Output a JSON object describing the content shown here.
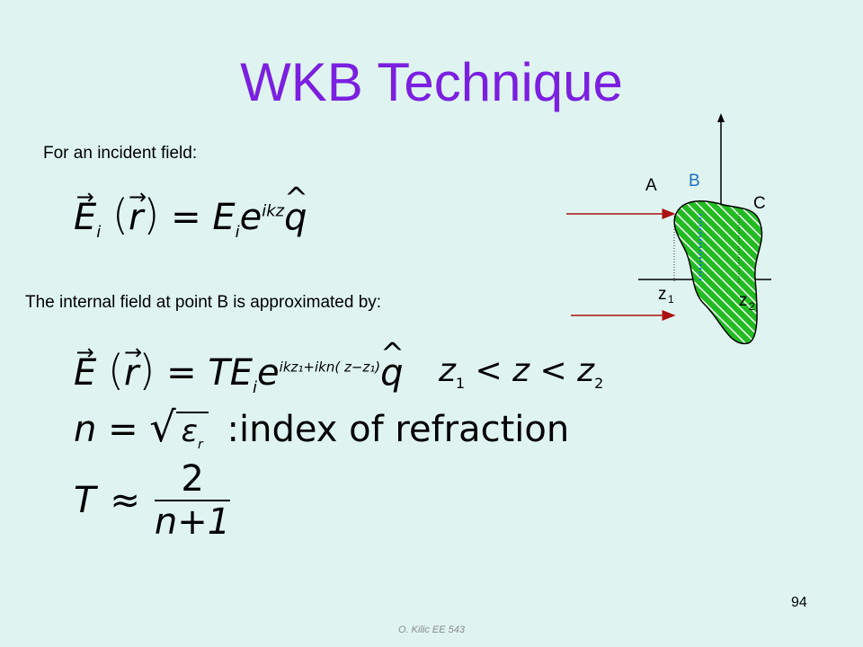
{
  "slide": {
    "title": "WKB Technique",
    "intro_text": "For an incident field:",
    "internal_text": "The internal field at point B is approximated by:",
    "page_number": "94",
    "footer": "O. Kilic   EE 543"
  },
  "equations": {
    "incident": {
      "lhs_E": "E",
      "sub_i": "i",
      "r": "r",
      "equals": "=",
      "E": "E",
      "e": "e",
      "exp": "ikz",
      "q": "q"
    },
    "internal": {
      "lhs_E": "E",
      "r": "r",
      "equals": "=",
      "TE": "TE",
      "sub_i": "i",
      "e": "e",
      "exp": "ikz₁+ikn( z−z₁)",
      "q": "q"
    },
    "range": {
      "z1": "z",
      "sub1": "1",
      "lt1": "<",
      "z": "z",
      "lt2": "<",
      "z2": "z",
      "sub2": "2"
    },
    "index": {
      "n": "n",
      "equals": "=",
      "eps": "ε",
      "sub_r": "r",
      "label": ":index of refraction"
    },
    "transmission": {
      "T": "T",
      "symbol": "≈",
      "num": "2",
      "den": "n+1"
    }
  },
  "diagram": {
    "label_A": "A",
    "label_B": "B",
    "label_C": "C",
    "label_z1": "z",
    "label_z1_sub": "1",
    "label_z2": "z",
    "label_z2_sub": "2",
    "colors": {
      "blob_fill": "#22bb22",
      "arrow": "#aa1111",
      "b_line": "#2277cc",
      "label_B": "#1f6fbf"
    }
  }
}
